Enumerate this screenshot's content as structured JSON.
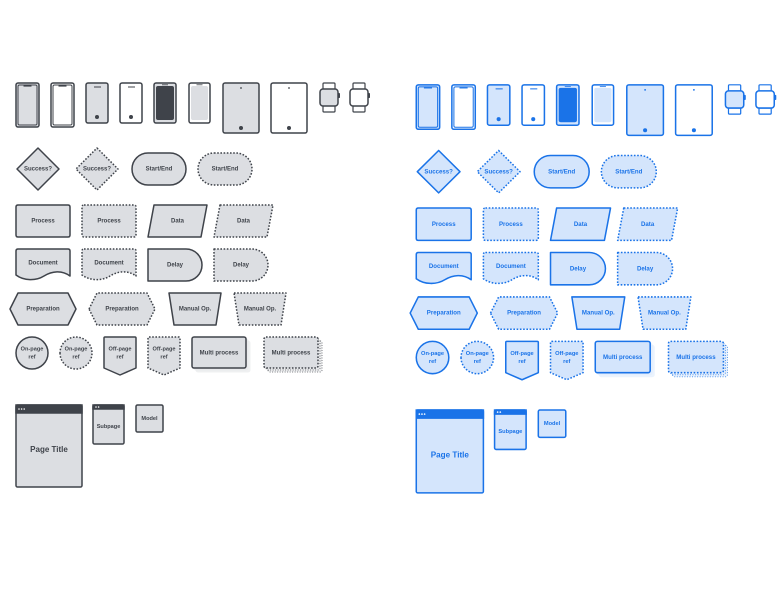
{
  "themes": [
    {
      "name": "gray",
      "stroke": "#3f434a",
      "fill": "#dcdee2",
      "dark": "#3f434a",
      "text": "#3f434a",
      "light": "#e9eaec"
    },
    {
      "name": "blue",
      "stroke": "#1a73e8",
      "fill": "#d4e5fc",
      "dark": "#1a73e8",
      "text": "#1a73e8",
      "light": "#e3eefd"
    }
  ],
  "labels": {
    "decision": "Success?",
    "terminal": "Start/End",
    "process": "Process",
    "data": "Data",
    "document": "Document",
    "delay": "Delay",
    "preparation": "Preparation",
    "manual_op": "Manual Op.",
    "on_page_ref": [
      "On-page",
      "ref"
    ],
    "off_page_ref": [
      "Off-page",
      "ref"
    ],
    "multi_process": "Multi process",
    "page_title": "Page Title",
    "subpage": "Subpage",
    "modal": "Model"
  }
}
